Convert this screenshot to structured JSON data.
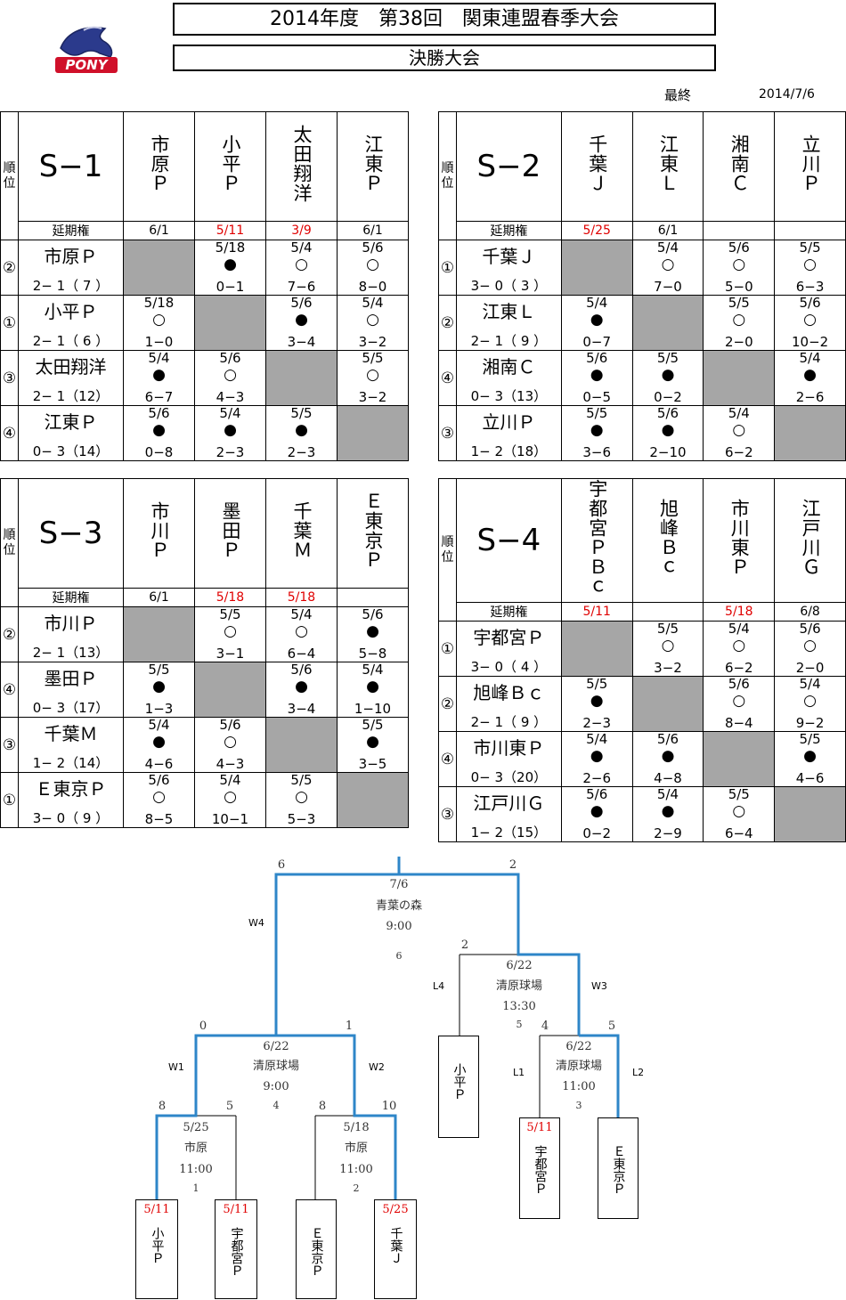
{
  "header": {
    "title": "2014年度　第38回　関東連盟春季大会",
    "subtitle": "決勝大会",
    "status": "最終",
    "date": "2014/7/6",
    "logo_text": "PONY"
  },
  "rank_header": "順位",
  "enki_label": "延期権",
  "groups": [
    {
      "name": "S−1",
      "columns": [
        "市原Ｐ",
        "小平Ｐ",
        "太田翔洋",
        "江東Ｐ"
      ],
      "enki": [
        {
          "v": "6/1",
          "red": false
        },
        {
          "v": "5/11",
          "red": true
        },
        {
          "v": "3/9",
          "red": true
        },
        {
          "v": "6/1",
          "red": false
        }
      ],
      "rows": [
        {
          "rank": "②",
          "team": "市原Ｐ",
          "record": "2− 1（ 7 ）",
          "cells": [
            null,
            {
              "d": "5/18",
              "m": "●",
              "s": "0−1"
            },
            {
              "d": "5/4",
              "m": "○",
              "s": "7−6"
            },
            {
              "d": "5/6",
              "m": "○",
              "s": "8−0"
            }
          ]
        },
        {
          "rank": "①",
          "team": "小平Ｐ",
          "record": "2− 1（ 6 ）",
          "cells": [
            {
              "d": "5/18",
              "m": "○",
              "s": "1−0"
            },
            null,
            {
              "d": "5/6",
              "m": "●",
              "s": "3−4"
            },
            {
              "d": "5/4",
              "m": "○",
              "s": "3−2"
            }
          ]
        },
        {
          "rank": "③",
          "team": "太田翔洋",
          "record": "2− 1（12）",
          "cells": [
            {
              "d": "5/4",
              "m": "●",
              "s": "6−7"
            },
            {
              "d": "5/6",
              "m": "○",
              "s": "4−3"
            },
            null,
            {
              "d": "5/5",
              "m": "○",
              "s": "3−2"
            }
          ]
        },
        {
          "rank": "④",
          "team": "江東Ｐ",
          "record": "0− 3（14）",
          "cells": [
            {
              "d": "5/6",
              "m": "●",
              "s": "0−8"
            },
            {
              "d": "5/4",
              "m": "●",
              "s": "2−3"
            },
            {
              "d": "5/5",
              "m": "●",
              "s": "2−3"
            },
            null
          ]
        }
      ]
    },
    {
      "name": "S−2",
      "columns": [
        "千葉Ｊ",
        "江東Ｌ",
        "湘南Ｃ",
        "立川Ｐ"
      ],
      "enki": [
        {
          "v": "5/25",
          "red": true
        },
        {
          "v": "6/1",
          "red": false
        },
        {
          "v": "",
          "red": false
        },
        {
          "v": "",
          "red": false
        }
      ],
      "rows": [
        {
          "rank": "①",
          "team": "千葉Ｊ",
          "record": "3− 0（ 3 ）",
          "cells": [
            null,
            {
              "d": "5/4",
              "m": "○",
              "s": "7−0"
            },
            {
              "d": "5/6",
              "m": "○",
              "s": "5−0"
            },
            {
              "d": "5/5",
              "m": "○",
              "s": "6−3"
            }
          ]
        },
        {
          "rank": "②",
          "team": "江東Ｌ",
          "record": "2− 1（ 9 ）",
          "cells": [
            {
              "d": "5/4",
              "m": "●",
              "s": "0−7"
            },
            null,
            {
              "d": "5/5",
              "m": "○",
              "s": "2−0"
            },
            {
              "d": "5/6",
              "m": "○",
              "s": "10−2"
            }
          ]
        },
        {
          "rank": "④",
          "team": "湘南Ｃ",
          "record": "0− 3（13）",
          "cells": [
            {
              "d": "5/6",
              "m": "●",
              "s": "0−5"
            },
            {
              "d": "5/5",
              "m": "●",
              "s": "0−2"
            },
            null,
            {
              "d": "5/4",
              "m": "●",
              "s": "2−6"
            }
          ]
        },
        {
          "rank": "③",
          "team": "立川Ｐ",
          "record": "1− 2（18）",
          "cells": [
            {
              "d": "5/5",
              "m": "●",
              "s": "3−6"
            },
            {
              "d": "5/6",
              "m": "●",
              "s": "2−10"
            },
            {
              "d": "5/4",
              "m": "○",
              "s": "6−2"
            },
            null
          ]
        }
      ]
    },
    {
      "name": "S−3",
      "columns": [
        "市川Ｐ",
        "墨田Ｐ",
        "千葉Ｍ",
        "Ｅ東京Ｐ"
      ],
      "enki": [
        {
          "v": "6/1",
          "red": false
        },
        {
          "v": "5/18",
          "red": true
        },
        {
          "v": "5/18",
          "red": true
        },
        {
          "v": "",
          "red": false
        }
      ],
      "rows": [
        {
          "rank": "②",
          "team": "市川Ｐ",
          "record": "2− 1（13）",
          "cells": [
            null,
            {
              "d": "5/5",
              "m": "○",
              "s": "3−1"
            },
            {
              "d": "5/4",
              "m": "○",
              "s": "6−4"
            },
            {
              "d": "5/6",
              "m": "●",
              "s": "5−8"
            }
          ]
        },
        {
          "rank": "④",
          "team": "墨田Ｐ",
          "record": "0− 3（17）",
          "cells": [
            {
              "d": "5/5",
              "m": "●",
              "s": "1−3"
            },
            null,
            {
              "d": "5/6",
              "m": "●",
              "s": "3−4"
            },
            {
              "d": "5/4",
              "m": "●",
              "s": "1−10"
            }
          ]
        },
        {
          "rank": "③",
          "team": "千葉Ｍ",
          "record": "1− 2（14）",
          "cells": [
            {
              "d": "5/4",
              "m": "●",
              "s": "4−6"
            },
            {
              "d": "5/6",
              "m": "○",
              "s": "4−3"
            },
            null,
            {
              "d": "5/5",
              "m": "●",
              "s": "3−5"
            }
          ]
        },
        {
          "rank": "①",
          "team": "Ｅ東京Ｐ",
          "record": "3− 0（ 9 ）",
          "cells": [
            {
              "d": "5/6",
              "m": "○",
              "s": "8−5"
            },
            {
              "d": "5/4",
              "m": "○",
              "s": "10−1"
            },
            {
              "d": "5/5",
              "m": "○",
              "s": "5−3"
            },
            null
          ]
        }
      ]
    },
    {
      "name": "S−4",
      "columns": [
        "宇都宮ＰＢｃ",
        "旭峰Ｂｃ",
        "市川東Ｐ",
        "江戸川Ｇ"
      ],
      "enki": [
        {
          "v": "5/11",
          "red": true
        },
        {
          "v": "",
          "red": false
        },
        {
          "v": "5/18",
          "red": true
        },
        {
          "v": "6/8",
          "red": false
        }
      ],
      "rows": [
        {
          "rank": "①",
          "team": "宇都宮Ｐ",
          "record": "3− 0（ 4 ）",
          "cells": [
            null,
            {
              "d": "5/5",
              "m": "○",
              "s": "3−2"
            },
            {
              "d": "5/4",
              "m": "○",
              "s": "6−2"
            },
            {
              "d": "5/6",
              "m": "○",
              "s": "2−0"
            }
          ]
        },
        {
          "rank": "②",
          "team": "旭峰Ｂｃ",
          "record": "2− 1（ 9 ）",
          "cells": [
            {
              "d": "5/5",
              "m": "●",
              "s": "2−3"
            },
            null,
            {
              "d": "5/6",
              "m": "○",
              "s": "8−4"
            },
            {
              "d": "5/4",
              "m": "○",
              "s": "9−2"
            }
          ]
        },
        {
          "rank": "④",
          "team": "市川東Ｐ",
          "record": "0− 3（20）",
          "cells": [
            {
              "d": "5/4",
              "m": "●",
              "s": "2−6"
            },
            {
              "d": "5/6",
              "m": "●",
              "s": "4−8"
            },
            null,
            {
              "d": "5/5",
              "m": "●",
              "s": "4−6"
            }
          ]
        },
        {
          "rank": "③",
          "team": "江戸川Ｇ",
          "record": "1− 2（15）",
          "cells": [
            {
              "d": "5/6",
              "m": "●",
              "s": "0−2"
            },
            {
              "d": "5/4",
              "m": "●",
              "s": "2−9"
            },
            {
              "d": "5/5",
              "m": "○",
              "s": "6−4"
            },
            null
          ]
        }
      ]
    }
  ],
  "bracket": {
    "final": {
      "date": "7/6",
      "venue": "青葉の森",
      "time": "9:00",
      "no": "6",
      "score_left": "6",
      "score_right": "2",
      "label_left": "W4"
    },
    "semi_right": {
      "date": "6/22",
      "venue": "清原球場",
      "time": "13:30",
      "no": "5",
      "score_left": "2",
      "label_left": "L4",
      "label_right": "W3"
    },
    "semi_left": {
      "date": "6/22",
      "venue": "清原球場",
      "time": "9:00",
      "no": "4",
      "score_left": "0",
      "score_right": "1",
      "label_left": "W1",
      "label_right": "W2"
    },
    "m3": {
      "date": "6/22",
      "venue": "清原球場",
      "time": "11:00",
      "no": "3",
      "score_left": "4",
      "score_right": "5",
      "label_left": "L1",
      "label_right": "L2"
    },
    "m1": {
      "date": "5/25",
      "venue": "市原",
      "time": "11:00",
      "no": "1",
      "score_left": "8",
      "score_right": "5"
    },
    "m2": {
      "date": "5/18",
      "venue": "市原",
      "time": "11:00",
      "no": "2",
      "score_left": "8",
      "score_right": "10"
    },
    "teams": [
      {
        "date": "5/11",
        "name": "小平Ｐ"
      },
      {
        "date": "5/11",
        "name": "宇都宮Ｐ"
      },
      {
        "date": "",
        "name": "Ｅ東京Ｐ"
      },
      {
        "date": "5/25",
        "name": "千葉Ｊ"
      },
      {
        "date": "",
        "name": "小平Ｐ"
      },
      {
        "date": "5/11",
        "name": "宇都宮Ｐ"
      },
      {
        "date": "",
        "name": "Ｅ東京Ｐ"
      }
    ]
  }
}
